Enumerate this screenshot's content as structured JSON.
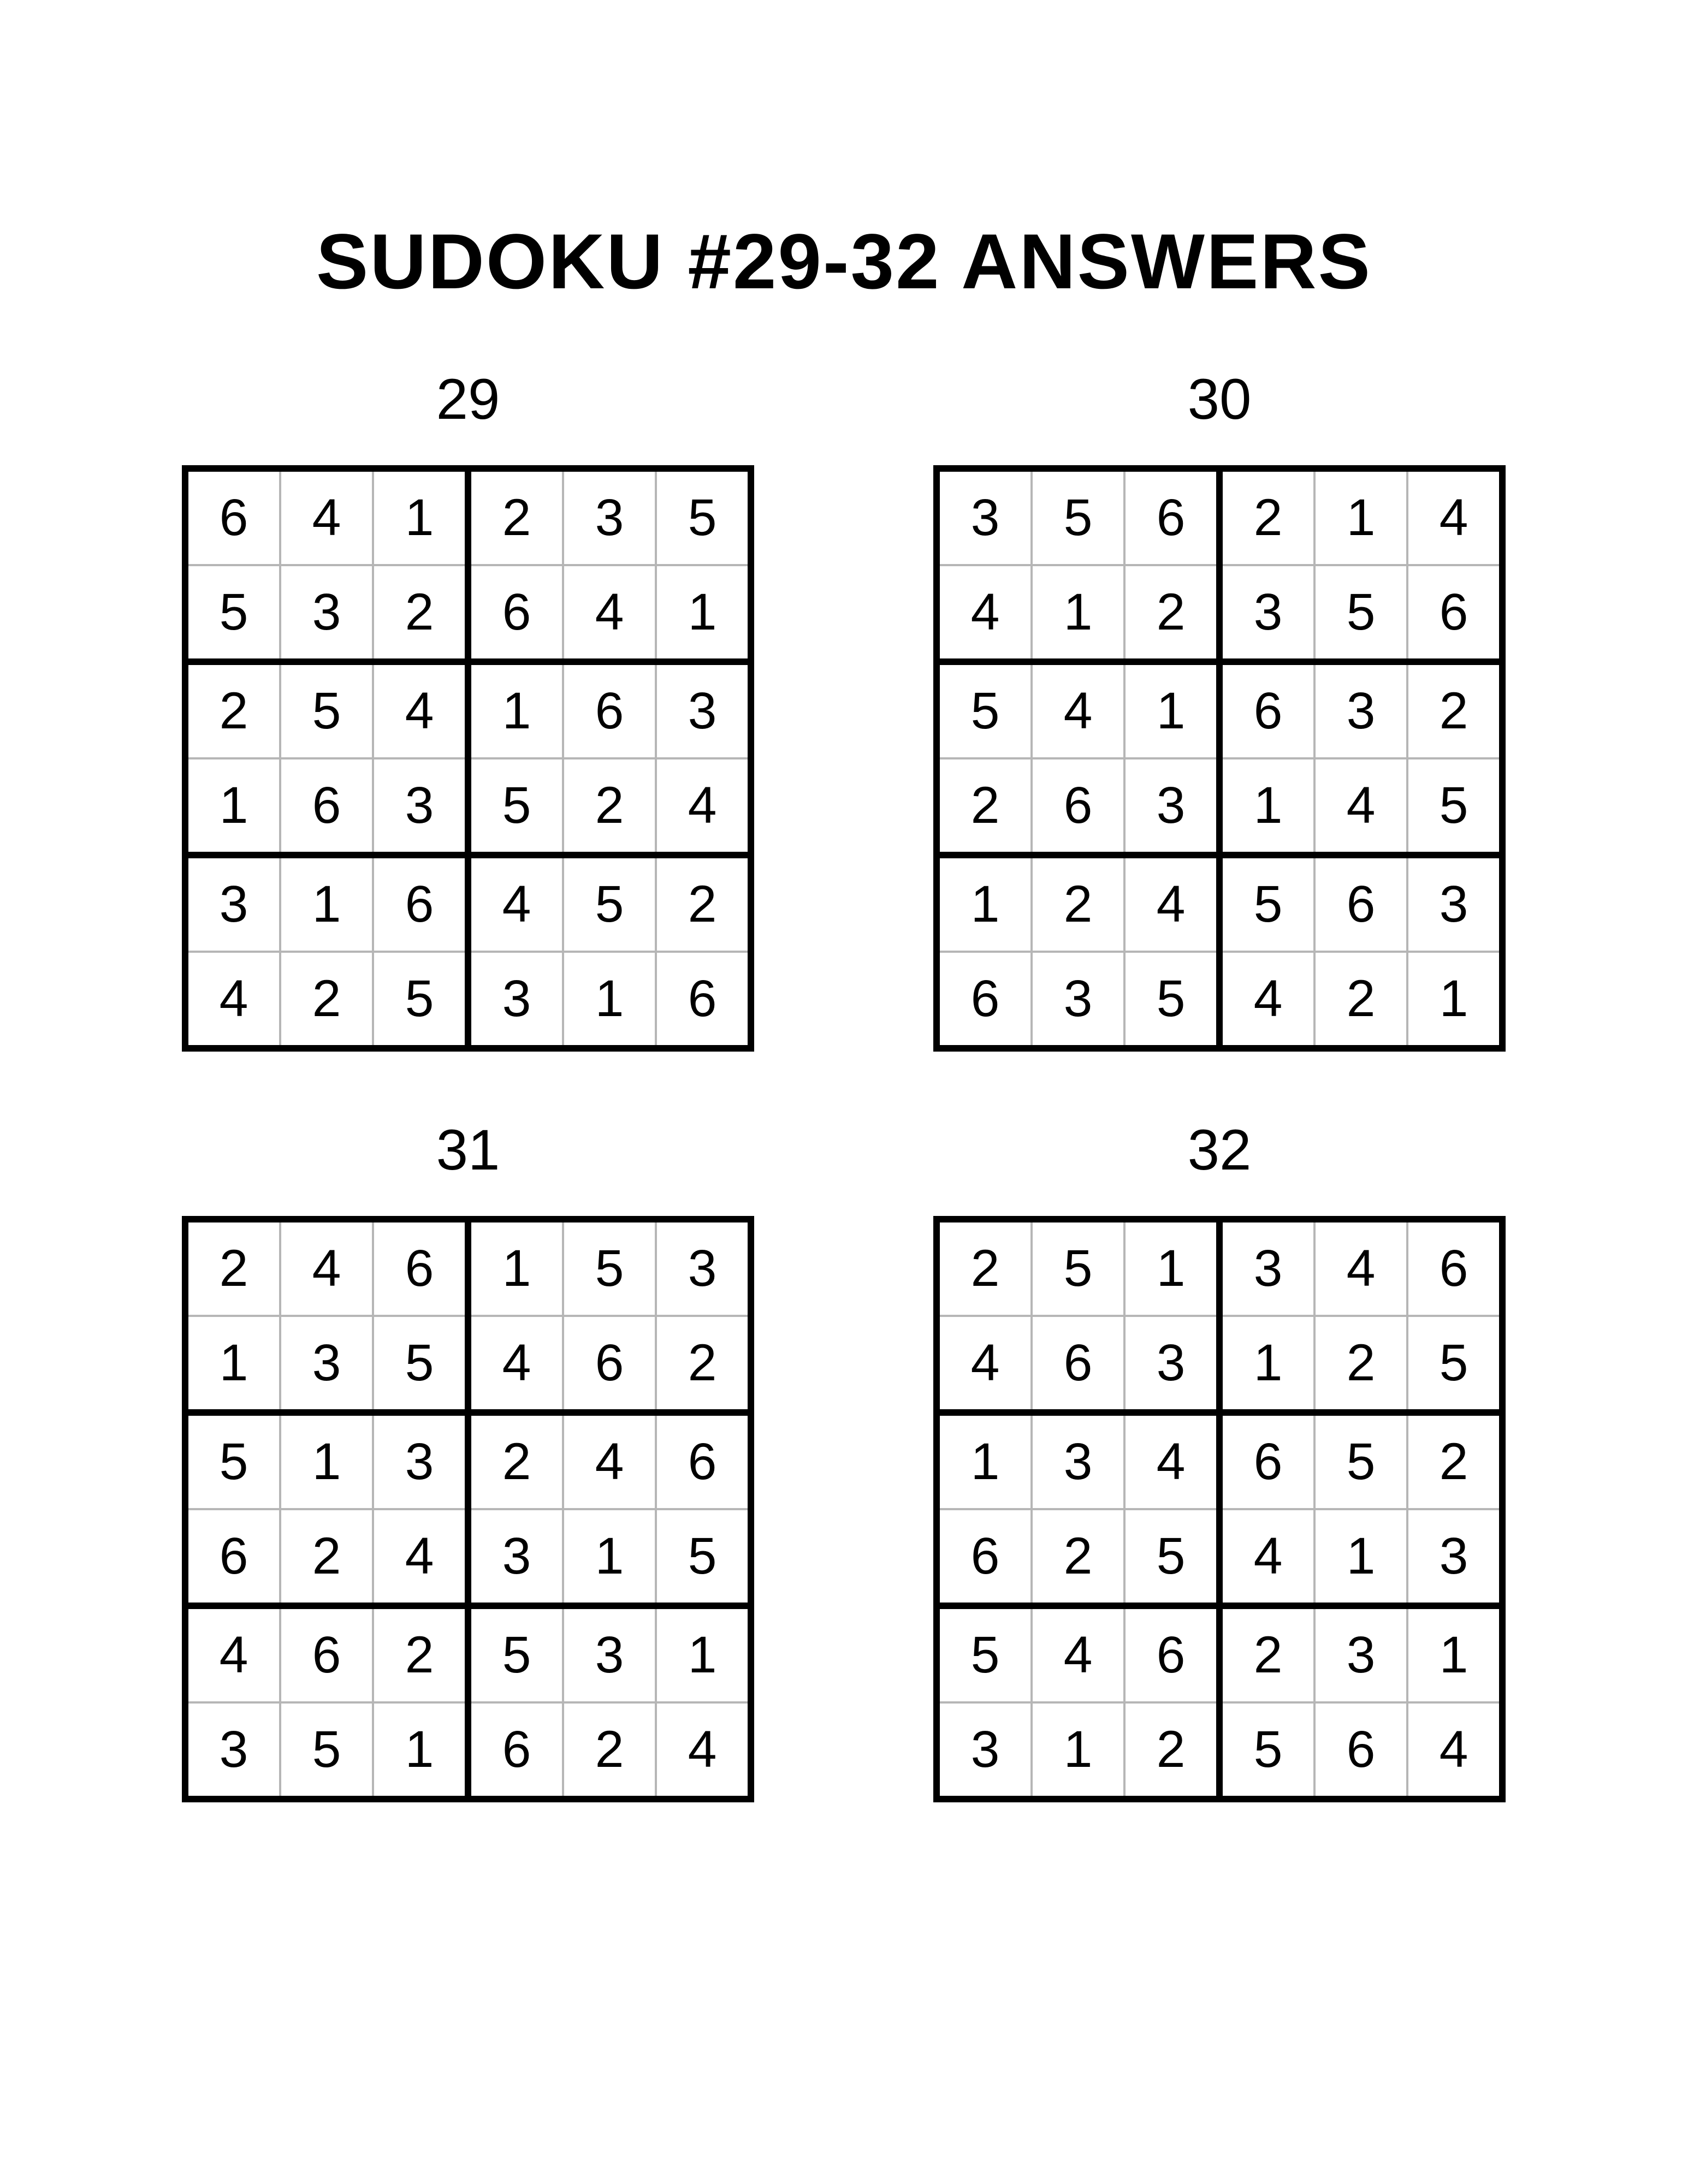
{
  "page": {
    "title": "SUDOKU #29-32 ANSWERS"
  },
  "colors": {
    "background": "#ffffff",
    "text": "#000000",
    "grid_line_thick": "#000000",
    "grid_line_thin": "#b6b6b6"
  },
  "grid_meta": {
    "rows": 6,
    "cols": 6,
    "box_rows": 2,
    "box_cols": 3
  },
  "puzzles": [
    {
      "label": "29",
      "grid": [
        [
          6,
          4,
          1,
          2,
          3,
          5
        ],
        [
          5,
          3,
          2,
          6,
          4,
          1
        ],
        [
          2,
          5,
          4,
          1,
          6,
          3
        ],
        [
          1,
          6,
          3,
          5,
          2,
          4
        ],
        [
          3,
          1,
          6,
          4,
          5,
          2
        ],
        [
          4,
          2,
          5,
          3,
          1,
          6
        ]
      ]
    },
    {
      "label": "30",
      "grid": [
        [
          3,
          5,
          6,
          2,
          1,
          4
        ],
        [
          4,
          1,
          2,
          3,
          5,
          6
        ],
        [
          5,
          4,
          1,
          6,
          3,
          2
        ],
        [
          2,
          6,
          3,
          1,
          4,
          5
        ],
        [
          1,
          2,
          4,
          5,
          6,
          3
        ],
        [
          6,
          3,
          5,
          4,
          2,
          1
        ]
      ]
    },
    {
      "label": "31",
      "grid": [
        [
          2,
          4,
          6,
          1,
          5,
          3
        ],
        [
          1,
          3,
          5,
          4,
          6,
          2
        ],
        [
          5,
          1,
          3,
          2,
          4,
          6
        ],
        [
          6,
          2,
          4,
          3,
          1,
          5
        ],
        [
          4,
          6,
          2,
          5,
          3,
          1
        ],
        [
          3,
          5,
          1,
          6,
          2,
          4
        ]
      ]
    },
    {
      "label": "32",
      "grid": [
        [
          2,
          5,
          1,
          3,
          4,
          6
        ],
        [
          4,
          6,
          3,
          1,
          2,
          5
        ],
        [
          1,
          3,
          4,
          6,
          5,
          2
        ],
        [
          6,
          2,
          5,
          4,
          1,
          3
        ],
        [
          5,
          4,
          6,
          2,
          3,
          1
        ],
        [
          3,
          1,
          2,
          5,
          6,
          4
        ]
      ]
    }
  ]
}
